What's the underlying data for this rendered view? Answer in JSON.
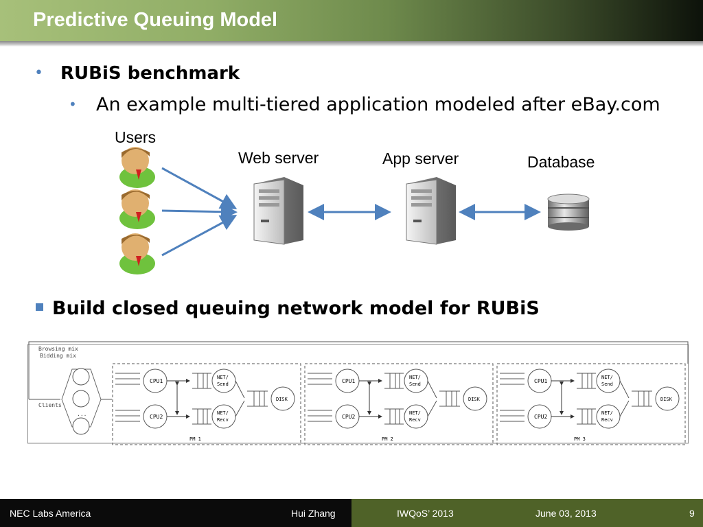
{
  "slide": {
    "title": "Predictive Queuing Model",
    "bullet1": "RUBiS benchmark",
    "bullet1_sub": "An example multi-tiered application modeled after eBay.com",
    "bullet2": "Build closed queuing network model for RUBiS"
  },
  "architecture": {
    "users_label": "Users",
    "web_label": "Web server",
    "app_label": "App server",
    "db_label": "Database"
  },
  "queue_model": {
    "mix_line1": "Browsing mix",
    "mix_line2": "Bidding mix",
    "clients_label": "Clients",
    "ellipsis": "...",
    "pms": [
      {
        "cpu1": "CPU1",
        "cpu2": "CPU2",
        "net_send_1": "NET/",
        "net_send_2": "Send",
        "net_recv_1": "NET/",
        "net_recv_2": "Recv",
        "disk": "DISK",
        "pm_label": "PM 1"
      },
      {
        "cpu1": "CPU1",
        "cpu2": "CPU2",
        "net_send_1": "NET/",
        "net_send_2": "Send",
        "net_recv_1": "NET/",
        "net_recv_2": "Recv",
        "disk": "DISK",
        "pm_label": "PM 2"
      },
      {
        "cpu1": "CPU1",
        "cpu2": "CPU2",
        "net_send_1": "NET/",
        "net_send_2": "Send",
        "net_recv_1": "NET/",
        "net_recv_2": "Recv",
        "disk": "DISK",
        "pm_label": "PM 3"
      }
    ]
  },
  "footer": {
    "org": "NEC Labs America",
    "author": "Hui Zhang",
    "conference": "IWQoS’ 2013",
    "date": "June 03, 2013",
    "page": "9"
  },
  "colors": {
    "accent": "#4f81bd",
    "footer_left": "#0b0b0b",
    "footer_right": "#4f6228"
  }
}
